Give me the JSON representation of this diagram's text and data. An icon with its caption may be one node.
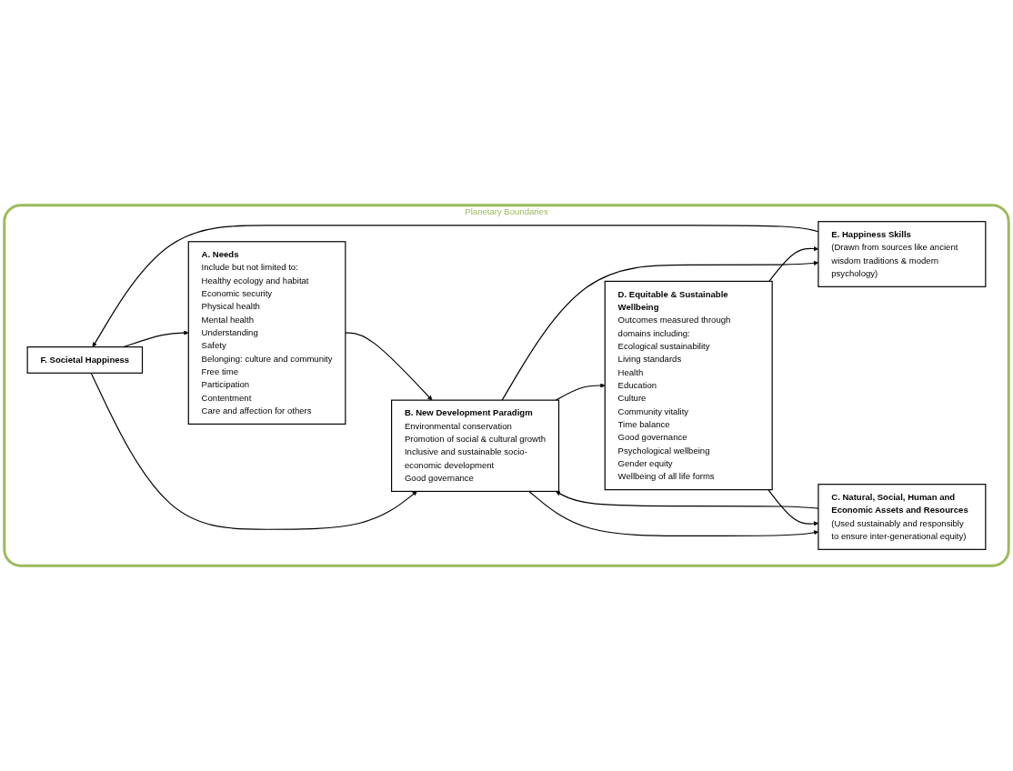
{
  "diagram": {
    "nodes": [
      {
        "text": [
          "Planetary Boundaries"
        ]
      },
      {
        "text": [
          "F. Societal Happiness"
        ],
        "in": 0
      },
      {
        "text": [
          "E. Happiness Skills",
          "(Drawn from sources like ancient wisdom traditions & modern psychology)"
        ],
        "in": 0
      },
      {
        "text": [
          "A. Needs",
          "Include but not limited to:",
          "Healthy ecology and habitat",
          "Economic security",
          "Physical health",
          "Mental health",
          "Understanding",
          "Safety",
          "Belonging: culture  and community",
          "Free time",
          "Participation",
          "Contentment",
          "Care and affection for others"
        ],
        "in": 0
      },
      {
        "text": [
          "B. New Development Paradigm",
          "Environmental conservation",
          "Promotion of social & cultural growth",
          "Inclusive and sustainable socio-economic development",
          "Good governance"
        ],
        "in": 0
      },
      {
        "text": [
          "D. Equitable & Sustainable Wellbeing",
          "Outcomes measured through domains including:",
          "Ecological sustainability",
          "Living standards",
          "Health",
          "Education",
          "Culture",
          "Community vitality",
          "Time balance",
          "Good governance",
          "Psychological wellbeing",
          "Gender equity",
          "Wellbeing of all life forms"
        ],
        "in": 0
      },
      {
        "text": [
          "C. Natural, Social, Human and Economic Assets and Resources",
          "(Used sustainably and responsibly to ensure inter-generational equity)"
        ],
        "in": 0
      }
    ],
    "edges": [
      {
        "from": 1,
        "to": 3,
        "arrow": "to"
      },
      {
        "from": 1,
        "to": 4,
        "arrow": "to"
      },
      {
        "from": 2,
        "to": 1,
        "arrow": "to"
      },
      {
        "from": 3,
        "to": 4,
        "arrow": "to"
      },
      {
        "from": 4,
        "to": 2,
        "arrow": "to"
      },
      {
        "from": 4,
        "to": 5,
        "arrow": "to"
      },
      {
        "from": 5,
        "to": 2,
        "arrow": "to"
      },
      {
        "from": 4,
        "to": 6,
        "arrow": "to"
      },
      {
        "from": 6,
        "to": 4,
        "arrow": "to"
      },
      {
        "from": 5,
        "to": 6,
        "arrow": "to"
      }
    ]
  }
}
